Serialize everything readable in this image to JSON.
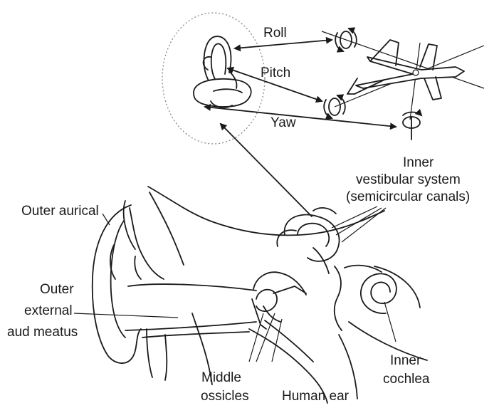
{
  "labels": {
    "roll": "Roll",
    "pitch": "Pitch",
    "yaw": "Yaw",
    "inner_vestibular_line1": "Inner",
    "inner_vestibular_line2": "vestibular system",
    "inner_vestibular_line3": "(semicircular canals)",
    "outer_aurical": "Outer aurical",
    "outer_meatus_line1": "Outer",
    "outer_meatus_line2": "external",
    "outer_meatus_line3": "aud meatus",
    "middle_line1": "Middle",
    "middle_line2": "ossicles",
    "human_ear": "Human ear",
    "inner_cochlea_line1": "Inner",
    "inner_cochlea_line2": "cochlea"
  }
}
